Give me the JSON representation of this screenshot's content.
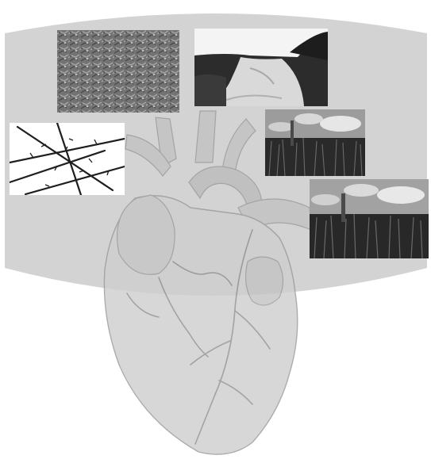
{
  "figure": {
    "background": "#ffffff",
    "band_color": "#d4d4d4",
    "heart_fill": "#cccccc",
    "heart_line": "#9a9a9a",
    "photos": [
      {
        "id": "rocky-ground-photo",
        "tone": "grayscale"
      },
      {
        "id": "dirt-path-photo",
        "tone": "grayscale"
      },
      {
        "id": "thorns-photo",
        "tone": "grayscale"
      },
      {
        "id": "wheat-field-photo-1",
        "tone": "grayscale"
      },
      {
        "id": "wheat-field-photo-2",
        "tone": "grayscale"
      }
    ]
  }
}
